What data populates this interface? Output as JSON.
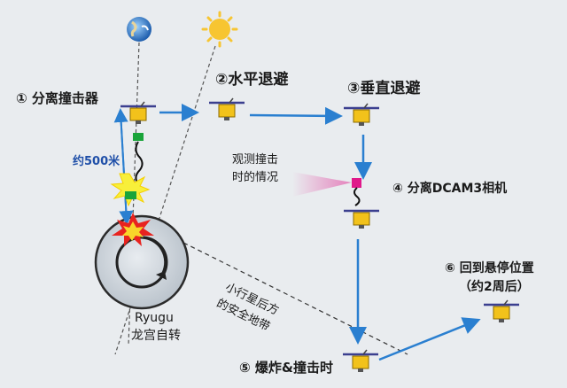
{
  "labels": {
    "step1": "① 分离撞击器",
    "step2": "②水平退避",
    "step3": "③垂直退避",
    "step4": "④ 分离DCAM3相机",
    "step5": "⑤ 爆炸&撞击时",
    "step6_line1": "⑥ 回到悬停位置",
    "step6_line2": "（约2周后）",
    "distance": "约500米",
    "observe_line1": "观测撞击",
    "observe_line2": "时的情况",
    "safe_zone_line1": "小行星后方",
    "safe_zone_line2": "的安全地带",
    "ryugu_en": "Ryugu",
    "ryugu_cn": "龙宫自转"
  },
  "icons": [
    "earth-icon",
    "sun-icon",
    "spacecraft-icon",
    "explosion-icon",
    "rotation-arrow-icon"
  ],
  "colors": {
    "arrow": "#2a7fd0",
    "spacecraft": "#f2c21b",
    "solar_panel": "#3b3f8f",
    "impactor": "#1aa43a",
    "camera": "#e0188a",
    "asteroid": "#cfd6dd",
    "sun": "#f7c531"
  }
}
